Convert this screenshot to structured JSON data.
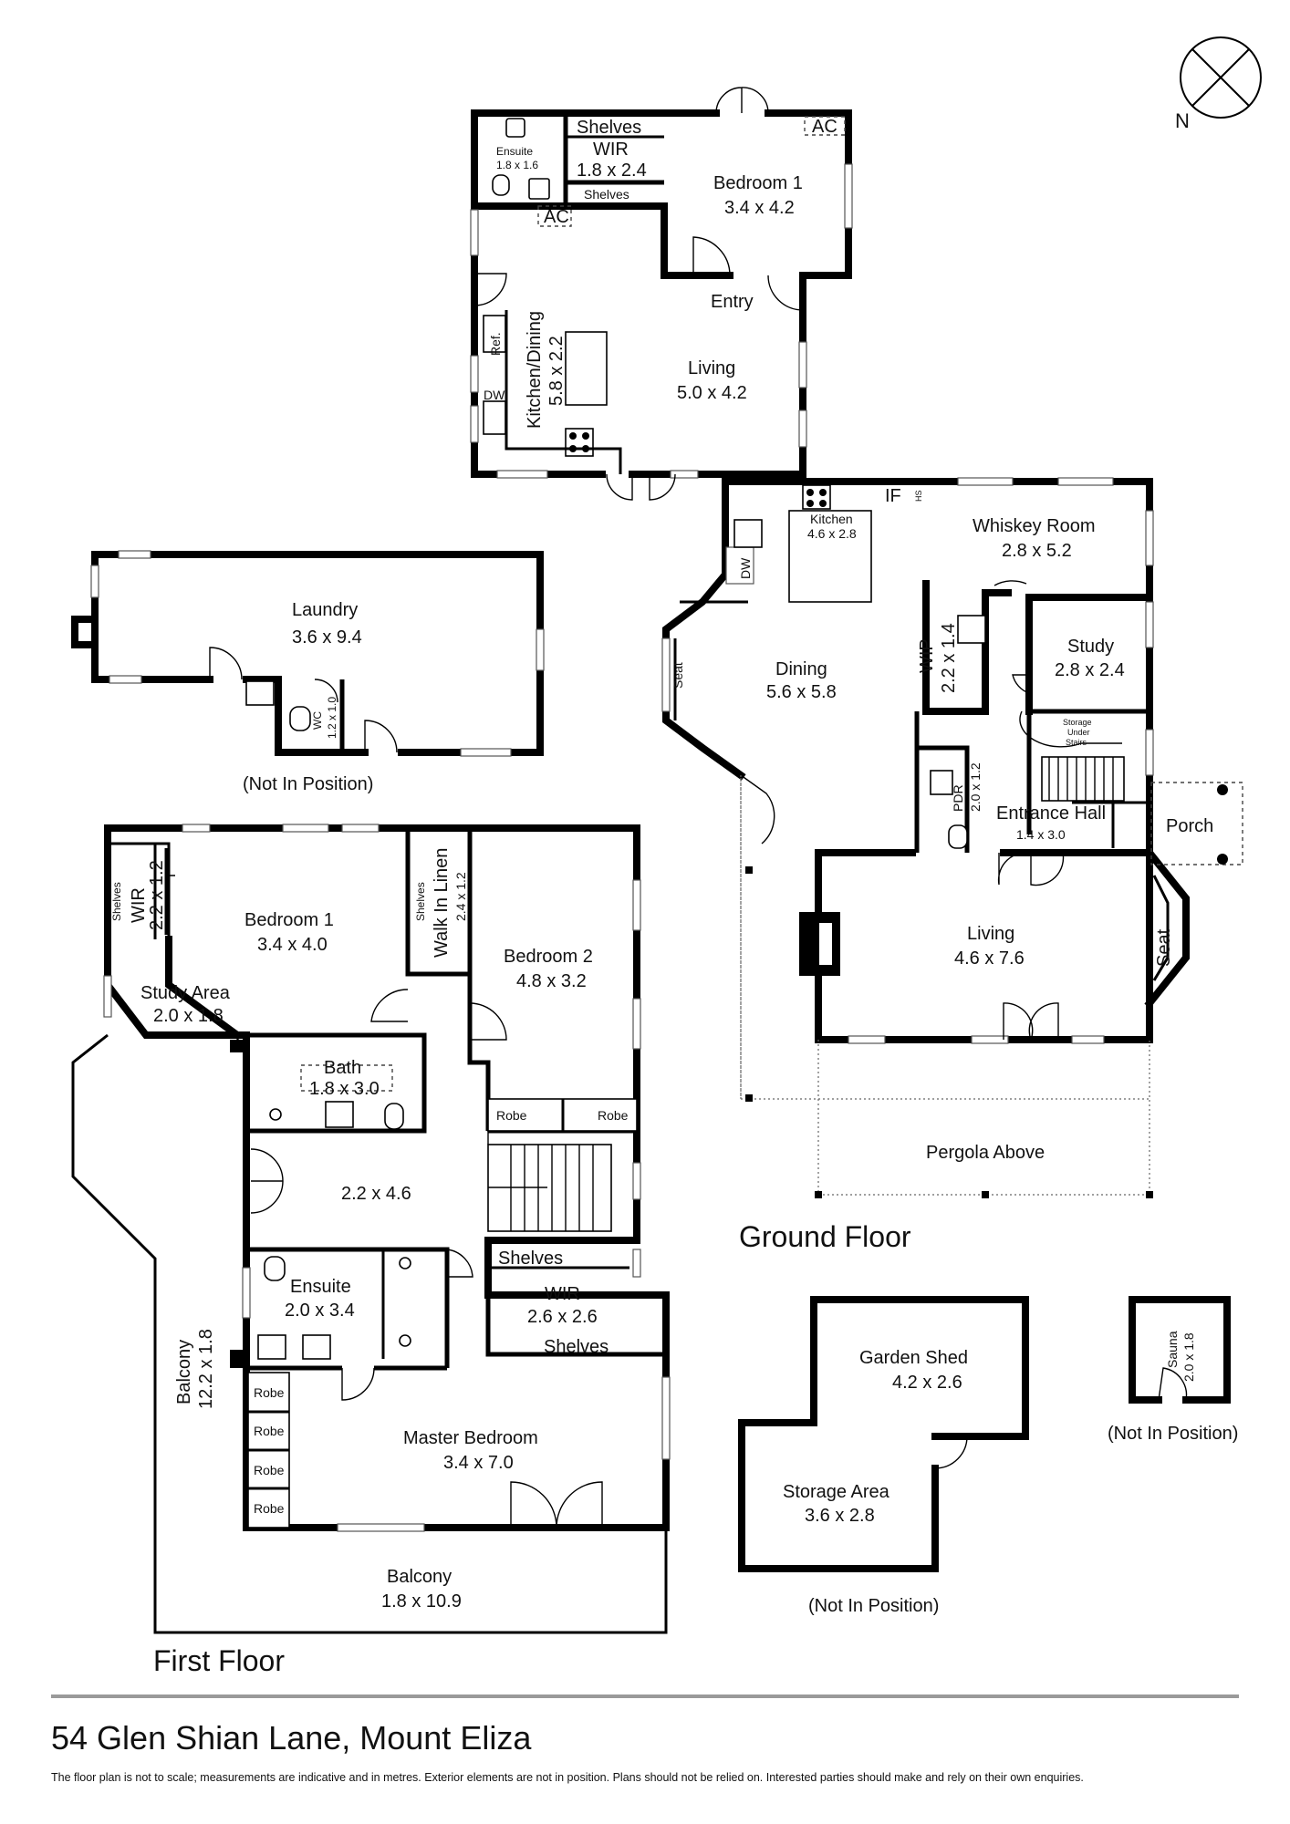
{
  "compass": {
    "label": "N"
  },
  "ground_floor": {
    "title": "Ground Floor",
    "rooms": {
      "ensuite_top": {
        "name": "Ensuite",
        "size": "1.8 x 1.6"
      },
      "shelves_top_a": {
        "name": "Shelves"
      },
      "wir_top": {
        "name": "WIR",
        "size": "1.8 x 2.4"
      },
      "shelves_top_b": {
        "name": "Shelves"
      },
      "ac_a": {
        "name": "AC"
      },
      "ac_b": {
        "name": "AC"
      },
      "bedroom1_top": {
        "name": "Bedroom 1",
        "size": "3.4 x 4.2"
      },
      "entry": {
        "name": "Entry"
      },
      "ref": {
        "name": "Ref."
      },
      "dw_top": {
        "name": "DW"
      },
      "kitchen_dining": {
        "name": "Kitchen/Dining",
        "size": "5.8 x 2.2"
      },
      "living_top": {
        "name": "Living",
        "size": "5.0 x 4.2"
      },
      "kitchen": {
        "name": "Kitchen",
        "size": "4.6 x 2.8"
      },
      "if": {
        "name": "IF"
      },
      "hs": {
        "name": "HS"
      },
      "dw_main": {
        "name": "DW"
      },
      "whiskey": {
        "name": "Whiskey Room",
        "size": "2.8 x 5.2"
      },
      "seat_a": {
        "name": "Seat"
      },
      "dining": {
        "name": "Dining",
        "size": "5.6 x 5.8"
      },
      "wip": {
        "name": "WIP",
        "size": "2.2 x 1.4"
      },
      "study": {
        "name": "Study",
        "size": "2.8 x 2.4"
      },
      "storage_under": {
        "line1": "Storage",
        "line2": "Under",
        "line3": "Stairs"
      },
      "pdr": {
        "name": "PDR",
        "size": "2.0 x 1.2"
      },
      "entrance_hall": {
        "name": "Entrance Hall",
        "size": "1.4 x 3.0"
      },
      "porch": {
        "name": "Porch"
      },
      "living_main": {
        "name": "Living",
        "size": "4.6 x 7.6"
      },
      "seat_b": {
        "name": "Seat"
      },
      "pergola": {
        "name": "Pergola Above"
      },
      "laundry": {
        "name": "Laundry",
        "size": "3.6 x 9.4"
      },
      "wc": {
        "name": "WC",
        "size": "1.2 x 1.0"
      },
      "laundry_note": {
        "name": "(Not In Position)"
      },
      "garden_shed": {
        "name": "Garden Shed",
        "size": "4.2 x 2.6"
      },
      "storage_area": {
        "name": "Storage Area",
        "size": "3.6 x 2.8"
      },
      "shed_note": {
        "name": "(Not In Position)"
      },
      "sauna": {
        "name": "Sauna",
        "size": "2.0 x 1.8"
      },
      "sauna_note": {
        "name": "(Not In Position)"
      }
    }
  },
  "first_floor": {
    "title": "First Floor",
    "rooms": {
      "shelves_wir_b1": {
        "name": "Shelves"
      },
      "wir_b1": {
        "name": "WIR",
        "size": "2.2 x 1.2"
      },
      "bedroom1": {
        "name": "Bedroom 1",
        "size": "3.4 x 4.0"
      },
      "study_area": {
        "name": "Study Area",
        "size": "2.0 x 1.8"
      },
      "shelves_linen": {
        "name": "Shelves"
      },
      "walk_in_linen": {
        "name": "Walk In Linen",
        "size": "2.4 x 1.2"
      },
      "bedroom2": {
        "name": "Bedroom 2",
        "size": "4.8 x 3.2"
      },
      "bath": {
        "name": "Bath",
        "size": "1.8 x 3.0"
      },
      "robe_a": {
        "name": "Robe"
      },
      "robe_b": {
        "name": "Robe"
      },
      "hall": {
        "size": "2.2 x 4.6"
      },
      "shelves_wir_top": {
        "name": "Shelves"
      },
      "wir_master": {
        "name": "WIR",
        "size": "2.6 x 2.6"
      },
      "shelves_wir_bottom": {
        "name": "Shelves"
      },
      "ensuite": {
        "name": "Ensuite",
        "size": "2.0 x 3.4"
      },
      "balcony_side": {
        "name": "Balcony",
        "size": "12.2 x 1.8"
      },
      "robe_1": {
        "name": "Robe"
      },
      "robe_2": {
        "name": "Robe"
      },
      "robe_3": {
        "name": "Robe"
      },
      "robe_4": {
        "name": "Robe"
      },
      "master": {
        "name": "Master Bedroom",
        "size": "3.4 x 7.0"
      },
      "balcony": {
        "name": "Balcony",
        "size": "1.8 x 10.9"
      }
    }
  },
  "footer": {
    "address": "54 Glen Shian Lane, Mount Eliza",
    "disclaimer": "The floor plan is not to scale; measurements are indicative and in metres. Exterior elements are not in position. Plans should not be relied on. Interested parties should make and rely on their own enquiries."
  }
}
